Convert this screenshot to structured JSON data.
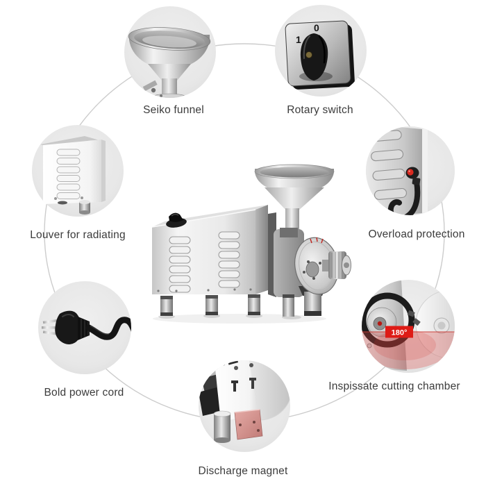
{
  "features": [
    {
      "id": "seiko-funnel",
      "label": "Seiko funnel",
      "icon": "funnel-icon"
    },
    {
      "id": "rotary-switch",
      "label": "Rotary switch",
      "icon": "rotary-switch-icon"
    },
    {
      "id": "louver-for-radiating",
      "label": "Louver for radiating",
      "icon": "louver-vents-icon"
    },
    {
      "id": "overload-protection",
      "label": "Overload protection",
      "icon": "reset-button-icon"
    },
    {
      "id": "bold-power-cord",
      "label": "Bold power cord",
      "icon": "power-plug-icon"
    },
    {
      "id": "inspissate-cutting-chamber",
      "label": "Inspissate cutting chamber",
      "icon": "cutting-chamber-icon"
    },
    {
      "id": "discharge-magnet",
      "label": "Discharge magnet",
      "icon": "discharge-magnet-icon"
    }
  ],
  "switch": {
    "position_on": "1",
    "position_off": "0"
  },
  "badges": {
    "rotation": "180°"
  },
  "colors": {
    "background": "#ffffff",
    "circle_fill": "#e7e7e7",
    "ring_line": "#cccccc",
    "label_text": "#3b3b3b",
    "accent_red": "#de1b16",
    "magnet_pink": "#d59692"
  }
}
